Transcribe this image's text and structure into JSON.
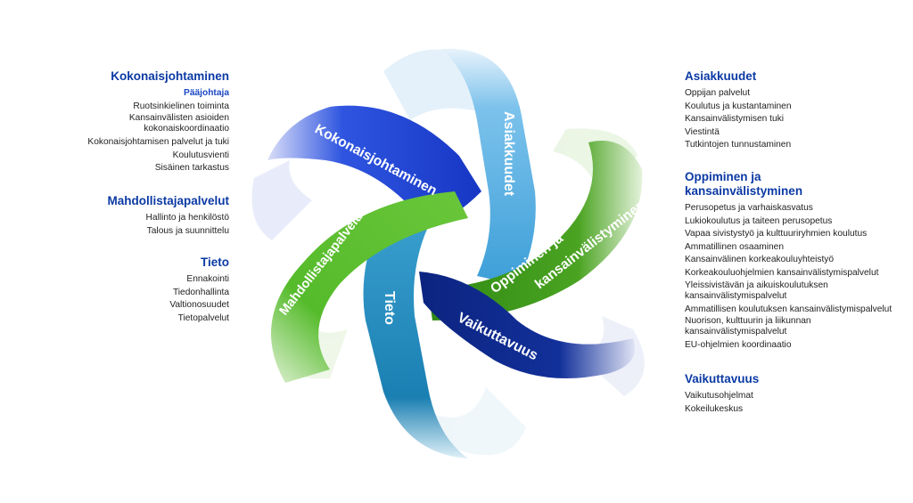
{
  "left": {
    "sections": [
      {
        "title": "Kokonaisjohtaminen",
        "items": [
          {
            "text": "Pääjohtaja",
            "highlight": true
          },
          {
            "text": "Ruotsinkielinen toiminta"
          },
          {
            "text": "Kansainvälisten asioiden\nkokonaiskoordinaatio"
          },
          {
            "text": "Kokonaisjohtamisen palvelut ja tuki"
          },
          {
            "text": "Koulutusvienti"
          },
          {
            "text": "Sisäinen tarkastus"
          }
        ]
      },
      {
        "title": "Mahdollistajapalvelut",
        "items": [
          {
            "text": "Hallinto ja henkilöstö"
          },
          {
            "text": "Talous ja suunnittelu"
          }
        ]
      },
      {
        "title": "Tieto",
        "items": [
          {
            "text": "Ennakointi"
          },
          {
            "text": "Tiedonhallinta"
          },
          {
            "text": "Valtionosuudet"
          },
          {
            "text": "Tietopalvelut"
          }
        ]
      }
    ]
  },
  "right": {
    "sections": [
      {
        "title": "Asiakkuudet",
        "items": [
          {
            "text": "Oppijan palvelut"
          },
          {
            "text": "Koulutus ja kustantaminen"
          },
          {
            "text": "Kansainvälistymisen tuki"
          },
          {
            "text": "Viestintä"
          },
          {
            "text": "Tutkintojen tunnustaminen"
          }
        ]
      },
      {
        "title": "Oppiminen ja\nkansainvälistyminen",
        "items": [
          {
            "text": "Perusopetus ja varhaiskasvatus"
          },
          {
            "text": "Lukiokoulutus ja taiteen perusopetus"
          },
          {
            "text": "Vapaa sivistystyö ja kulttuuriryhmien koulutus"
          },
          {
            "text": "Ammatillinen osaaminen"
          },
          {
            "text": "Kansainvälinen korkeakouluyhteistyö"
          },
          {
            "text": "Korkeakouluohjelmien kansainvälistymispalvelut"
          },
          {
            "text": "Yleissivistävän ja aikuiskoulutuksen\nkansainvälistymispalvelut"
          },
          {
            "text": "Ammatillisen koulutuksen kansainvälistymispalvelut"
          },
          {
            "text": "Nuorison, kulttuurin ja liikunnan\nkansainvälistymispalvelut"
          },
          {
            "text": "EU-ohjelmien koordinaatio"
          }
        ]
      },
      {
        "title": "Vaikuttavuus",
        "items": [
          {
            "text": "Vaikutusohjelmat"
          },
          {
            "text": "Kokeilukeskus"
          }
        ]
      }
    ]
  },
  "diagram": {
    "ribbons": [
      {
        "label": "Kokonaisjohtaminen",
        "color": "#1f46d6"
      },
      {
        "label": "Asiakkuudet",
        "color": "#5fb6e8"
      },
      {
        "label": "Oppiminen ja",
        "label2": "kansainvälistyminen",
        "color": "#3f9a1d"
      },
      {
        "label": "Vaikuttavuus",
        "color": "#0e2a8c"
      },
      {
        "label": "Tieto",
        "color": "#1f87b8"
      },
      {
        "label": "Mahdollistajapalvelut",
        "color": "#53b92a"
      }
    ]
  }
}
